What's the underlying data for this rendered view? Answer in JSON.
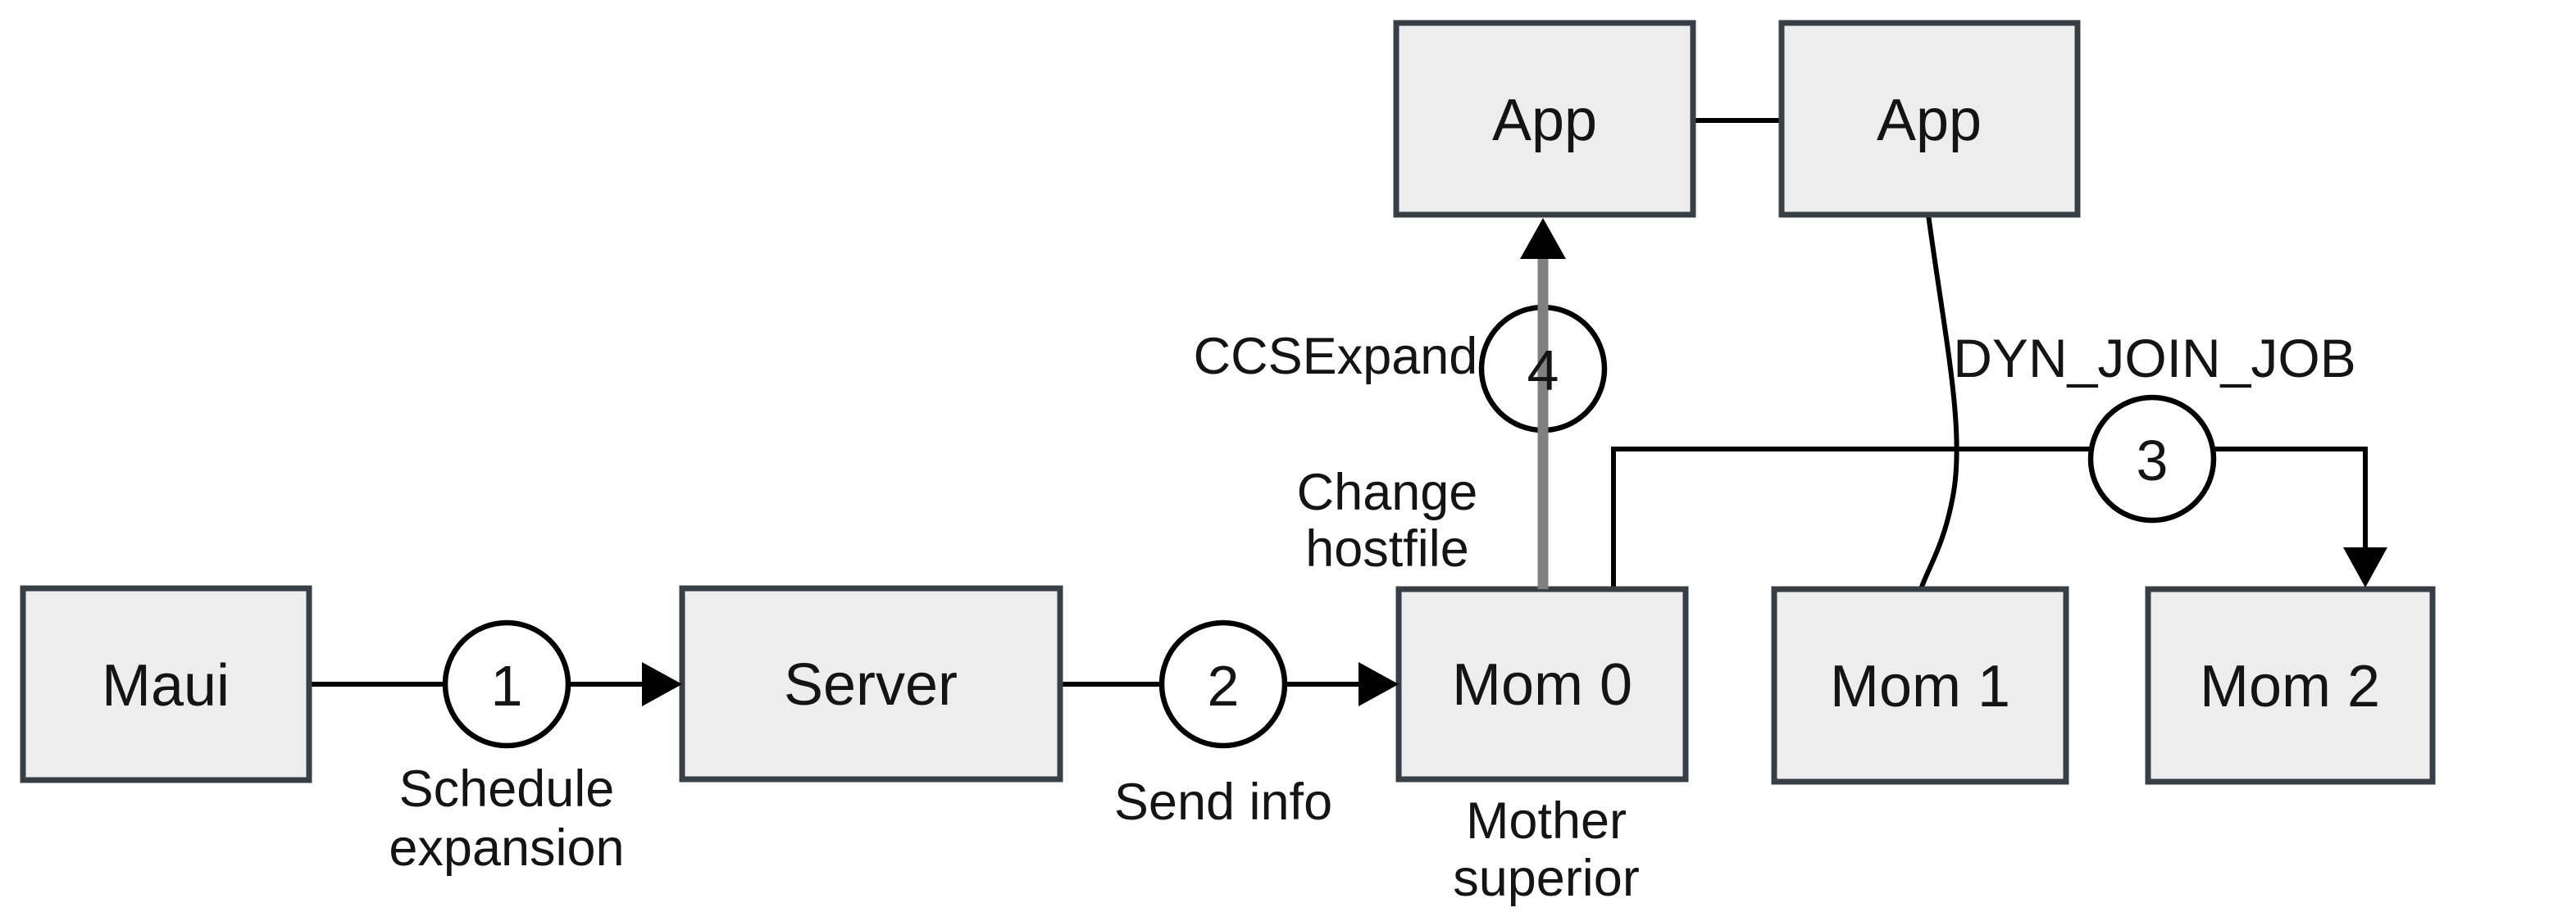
{
  "diagram": {
    "title": "Dynamic job expansion flow diagram",
    "nodes": [
      {
        "id": "maui",
        "label": "Maui"
      },
      {
        "id": "server",
        "label": "Server"
      },
      {
        "id": "mom0",
        "label": "Mom 0"
      },
      {
        "id": "mom1",
        "label": "Mom 1"
      },
      {
        "id": "mom2",
        "label": "Mom 2"
      },
      {
        "id": "app1",
        "label": "App"
      },
      {
        "id": "app2",
        "label": "App"
      }
    ],
    "steps": [
      {
        "number": "1"
      },
      {
        "number": "2"
      },
      {
        "number": "3"
      },
      {
        "number": "4"
      }
    ],
    "labels": {
      "schedule_expansion": [
        "Schedule",
        "expansion"
      ],
      "send_info": [
        "Send info"
      ],
      "mother_superior": [
        "Mother",
        "superior"
      ],
      "change_hostfile": [
        "Change",
        "hostfile"
      ],
      "ccsexpand": [
        "CCSExpand"
      ],
      "dyn_join_job": [
        "DYN_JOIN_JOB"
      ]
    },
    "colors": {
      "background": "#ffffff",
      "node_fill": "#ededee",
      "node_border": "#383e45",
      "connector": "#000000",
      "special_connector": "#808080",
      "circle_fill": "#ffffff",
      "text": "#141414"
    }
  }
}
